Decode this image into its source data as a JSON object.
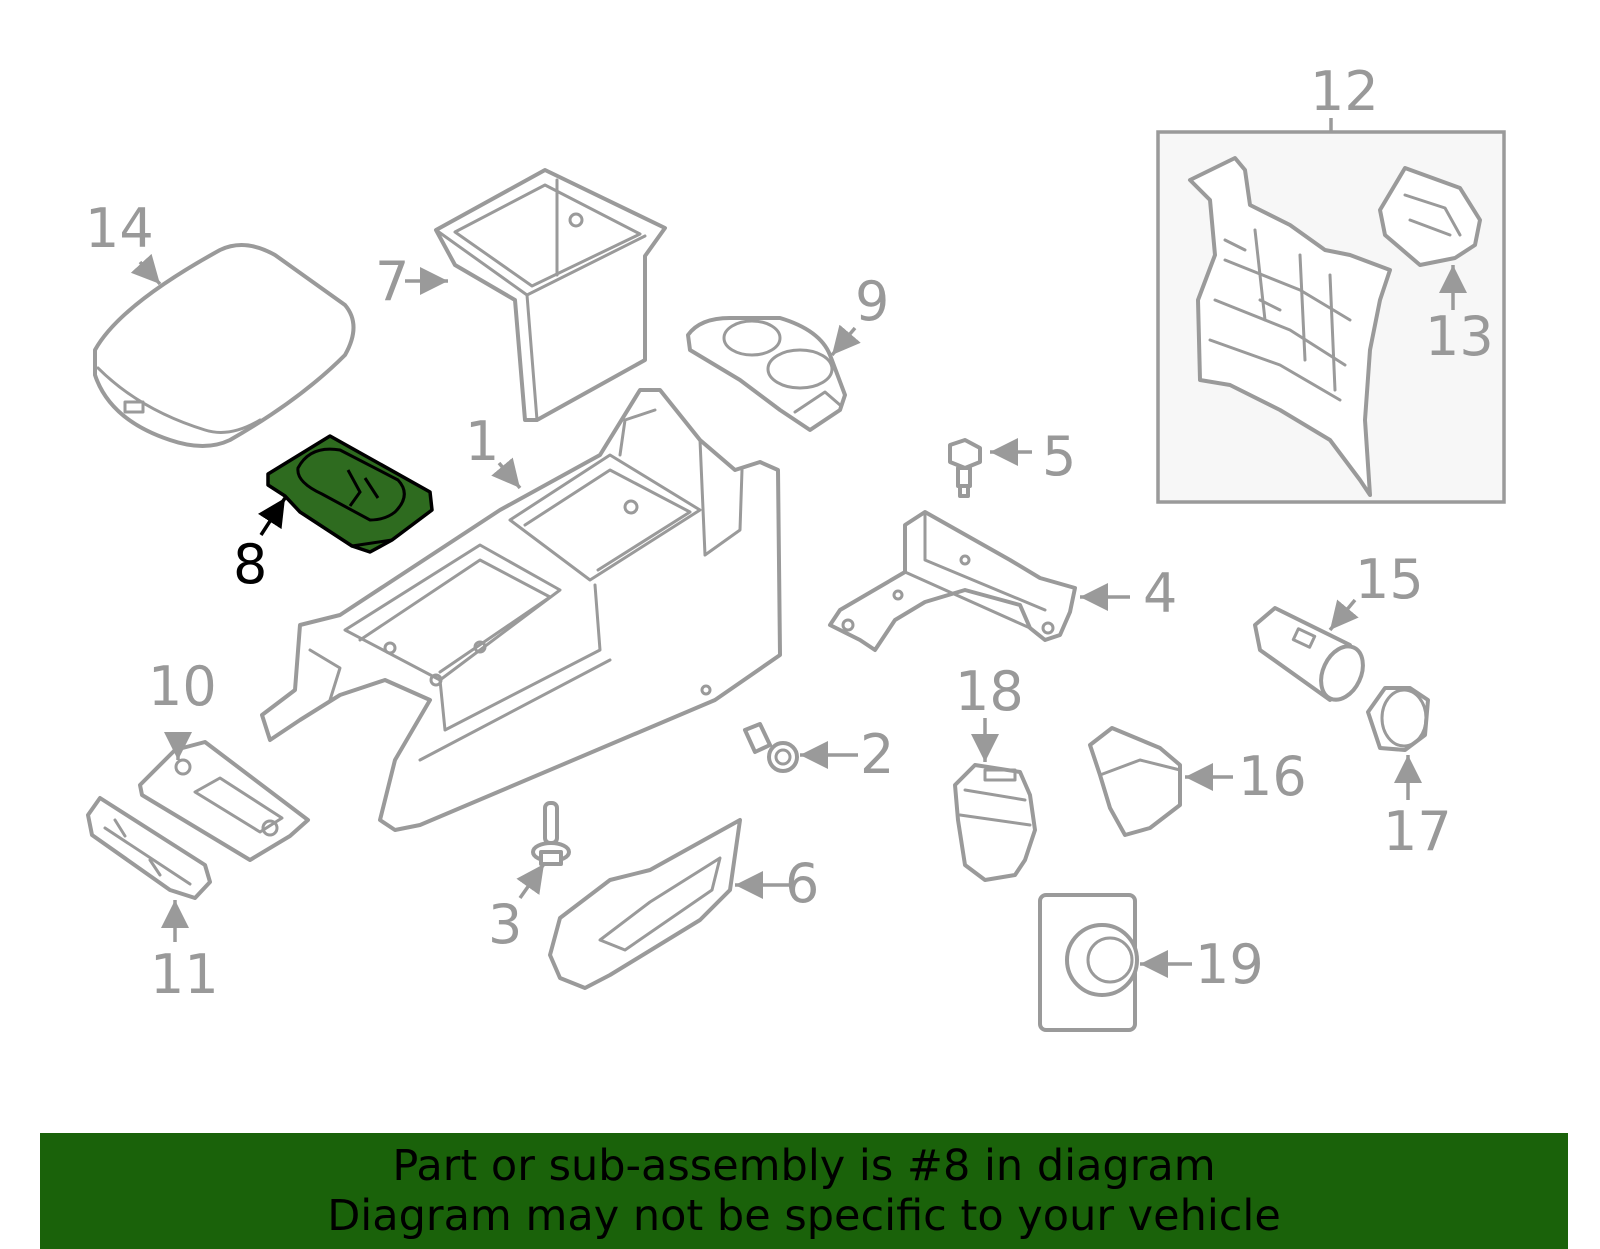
{
  "diagram": {
    "highlighted_part": "8",
    "highlight_color": "#2e6b1f",
    "callout_color": "#999999",
    "callouts": [
      "1",
      "2",
      "3",
      "4",
      "5",
      "6",
      "7",
      "8",
      "9",
      "10",
      "11",
      "12",
      "13",
      "14",
      "15",
      "16",
      "17",
      "18",
      "19"
    ]
  },
  "banner": {
    "line1": "Part or sub-assembly is #8 in diagram",
    "line2": "Diagram may not be specific to your vehicle",
    "background": "#1a620a"
  }
}
